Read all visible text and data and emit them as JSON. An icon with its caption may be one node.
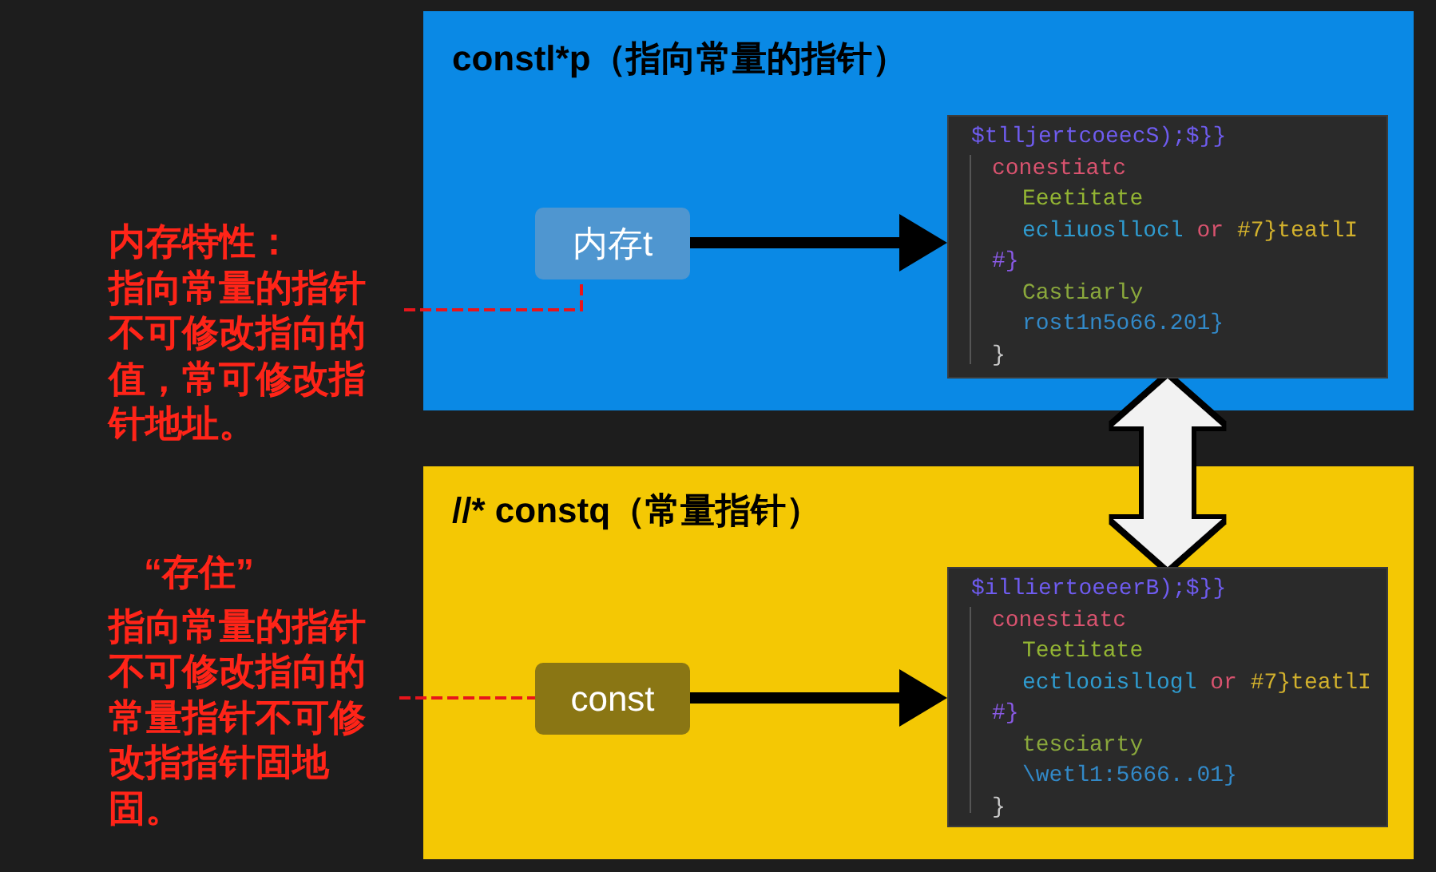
{
  "diagram": {
    "nodes": [
      {
        "text": [
          "constl*p（指向常量的指针）"
        ]
      },
      {
        "text": [
          "内存t"
        ],
        "in": 0
      },
      {
        "text": [
          "$tlljertcoeecS);$}}",
          "conestiatc",
          "Eeetitate",
          "ecliuosllocl or #7}teatlI",
          "#}",
          "Castiarly",
          "rost1n5o66.201}",
          "}"
        ],
        "in": 0
      },
      {
        "text": [
          "//* constq（常量指针）"
        ]
      },
      {
        "text": [
          "const"
        ],
        "in": 3
      },
      {
        "text": [
          "$illiertoeeerB);$}}",
          "conestiatc",
          "Teetitate",
          "ectlooisllogl or #7}teatlI",
          "#}",
          "tesciarty",
          "\\wetl1:5666..01}",
          "}"
        ],
        "in": 3
      },
      {
        "text": [
          "内存特性：",
          "指向常量的指针不可修改指向的值，常可修改指针地址。"
        ]
      },
      {
        "text": [
          "“存住”",
          "指向常量的指针不可修改指向的常量指针不可修改指指针固地固。"
        ]
      }
    ],
    "edges": [
      {
        "from": 1,
        "to": 2,
        "arrow": "to"
      },
      {
        "from": 4,
        "to": 5,
        "arrow": "to"
      },
      {
        "from": 2,
        "to": 5,
        "arrow": "both",
        "style": "thick",
        "color": "#f2f2f2"
      },
      {
        "from": 6,
        "to": 1,
        "arrow": "none",
        "style": "dashed",
        "color": "#e8151b"
      },
      {
        "from": 7,
        "to": 4,
        "arrow": "none",
        "style": "dashed",
        "color": "#e8151b"
      }
    ]
  }
}
